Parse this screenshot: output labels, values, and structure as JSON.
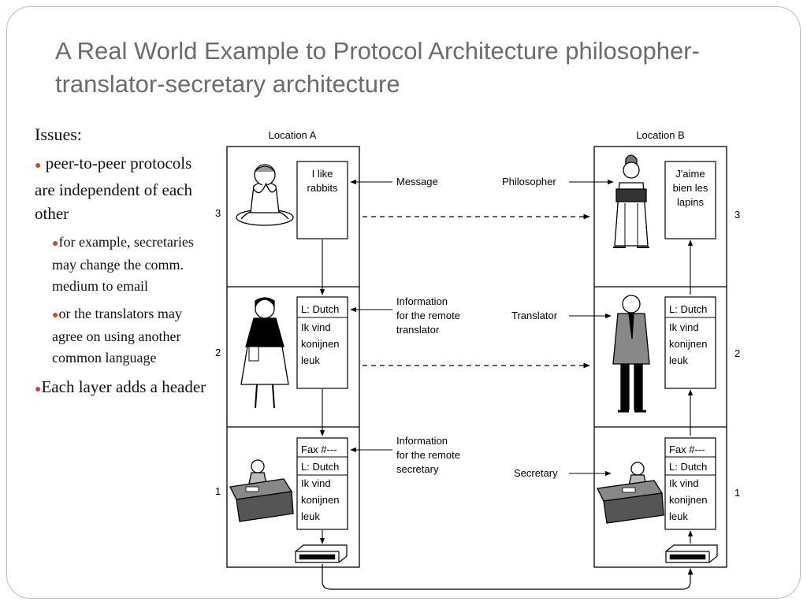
{
  "title": "A Real World Example to Protocol Architecture philosopher-translator-secretary architecture",
  "issues": {
    "heading": "Issues:",
    "points": [
      "peer-to-peer protocols are independent of each other",
      "for example, secretaries may change the comm. medium to email",
      "or the translators may agree on using another common language",
      "Each layer adds a header"
    ]
  },
  "diagram": {
    "location_a": "Location A",
    "location_b": "Location B",
    "layer_numbers": [
      "3",
      "2",
      "1"
    ],
    "center_labels": {
      "message": "Message",
      "info_translator": [
        "Information",
        "for the remote",
        "translator"
      ],
      "info_secretary": [
        "Information",
        "for the remote",
        "secretary"
      ]
    },
    "role_labels": {
      "philosopher": "Philosopher",
      "translator": "Translator",
      "secretary": "Secretary"
    },
    "notes_a": {
      "layer3": [
        "I like",
        "rabbits"
      ],
      "layer2": [
        "L: Dutch",
        "Ik vind",
        "konijnen",
        "leuk"
      ],
      "layer1": [
        "Fax #---",
        "L: Dutch",
        "Ik vind",
        "konijnen",
        "leuk"
      ]
    },
    "notes_b": {
      "layer3": [
        "J'aime",
        "bien les",
        "lapins"
      ],
      "layer2": [
        "L: Dutch",
        "Ik vind",
        "konijnen",
        "leuk"
      ],
      "layer1": [
        "Fax #---",
        "L: Dutch",
        "Ik vind",
        "konijnen",
        "leuk"
      ]
    }
  },
  "colors": {
    "title": "#6d6a6a",
    "bullet": "#c0502d",
    "frame": "#bdbdbd"
  }
}
